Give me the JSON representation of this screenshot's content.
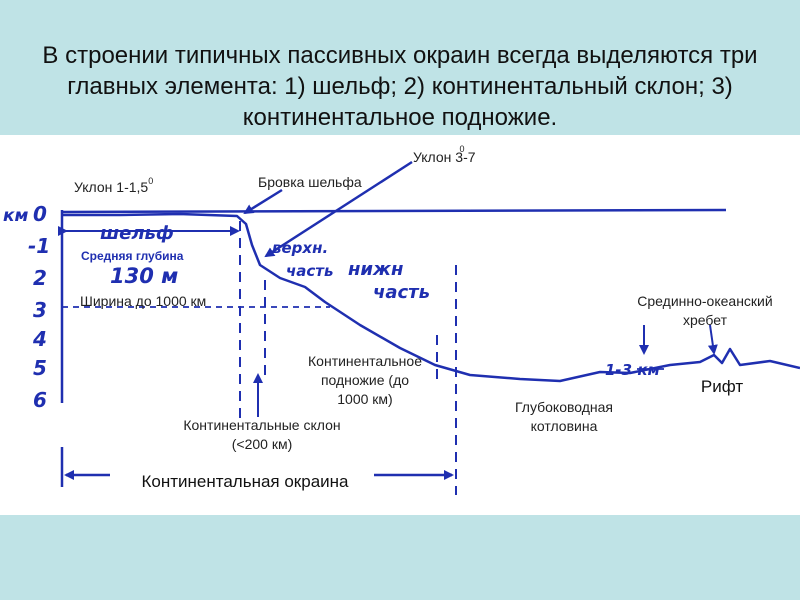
{
  "title": "В строении типичных пассивных окраин всегда выделяются три главных элемента: 1) шельф; 2) континентальный склон; 3) континентальное подножие.",
  "depth_axis": {
    "unit": "км",
    "ticks": [
      "0",
      "-1",
      "2",
      "3",
      "4",
      "5",
      "6"
    ]
  },
  "labels": {
    "slope_shelf_base": "Уклон 1-1,5",
    "slope_shelf_sup": "0",
    "slope_steep_base": "Уклон 3-7",
    "slope_steep_sup": "0",
    "shelf_edge": "Бровка шельфа",
    "shelf": "шельф",
    "avg_depth": "Средняя глубина",
    "depth_value": "130 м",
    "width": "Ширина  до 1000 км",
    "upper_part_1": "верхн.",
    "upper_part_2": "часть",
    "lower_part_1": "нижн",
    "lower_part_2": "часть",
    "ridge_1": "Срединно-океанский",
    "ridge_2": "хребет",
    "rise_1": "Континентальное",
    "rise_2": "подножие  (до",
    "rise_3": "1000 км)",
    "range_km": "1-3 км",
    "rift": "Рифт",
    "abyssal_1": "Глубоководная",
    "abyssal_2": "котловина",
    "slope_1": "Континентальные склон",
    "slope_2": "(<200 км)",
    "margin": "Континентальная  окраина"
  },
  "colors": {
    "background": "#bfe3e6",
    "panel": "#ffffff",
    "ink": "#1f2fb0",
    "text": "#222222"
  }
}
